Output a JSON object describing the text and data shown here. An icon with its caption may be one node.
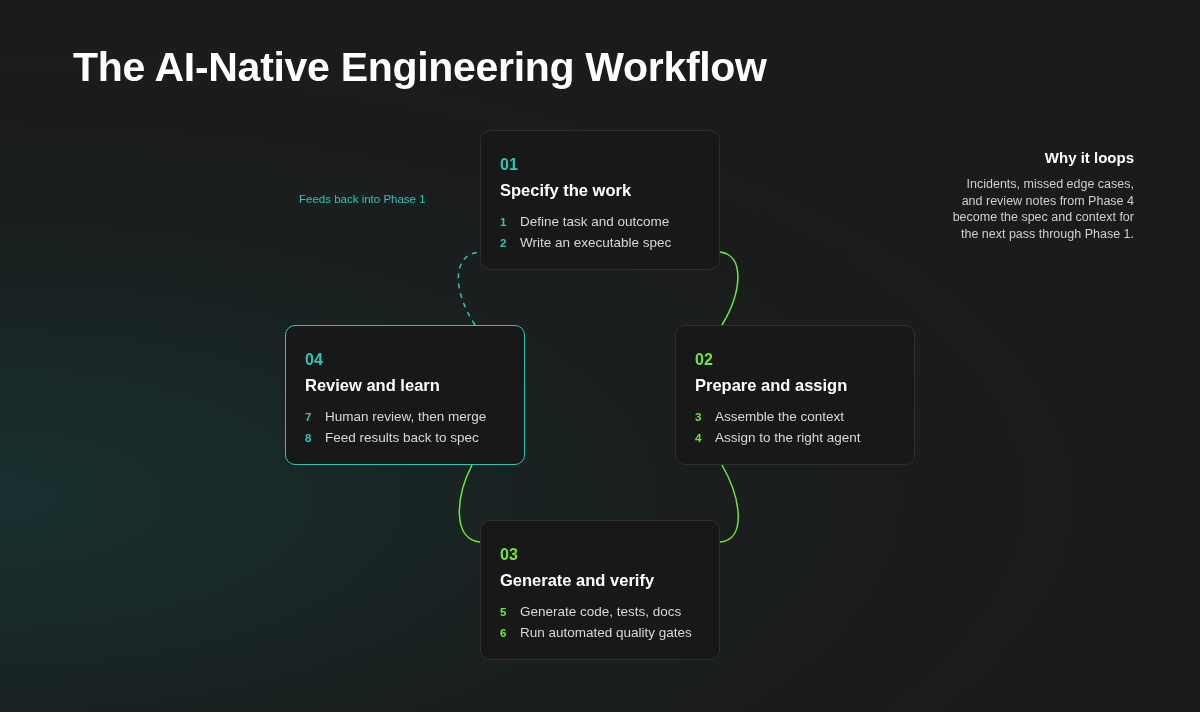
{
  "diagram": {
    "title": "The AI-Native Engineering Workflow",
    "nodes": [
      {
        "text": [
          "01",
          "Specify the work",
          "1",
          "Define task and outcome",
          "2",
          "Write an executable spec"
        ]
      },
      {
        "text": [
          "02",
          "Prepare and assign",
          "3",
          "Assemble the context",
          "4",
          "Assign to the right agent"
        ]
      },
      {
        "text": [
          "03",
          "Generate and verify",
          "5",
          "Generate code, tests, docs",
          "6",
          "Run automated quality gates"
        ]
      },
      {
        "text": [
          "04",
          "Review and learn",
          "7",
          "Human review, then merge",
          "8",
          "Feed results back to spec"
        ]
      }
    ],
    "edges": [
      {
        "from": 0,
        "to": 1,
        "arrow": "none"
      },
      {
        "from": 1,
        "to": 2,
        "arrow": "none"
      },
      {
        "from": 2,
        "to": 3,
        "arrow": "none"
      },
      {
        "from": 3,
        "to": 0,
        "arrow": "none",
        "style": "dashed",
        "color": "#2ec4b6"
      }
    ],
    "labels": [
      "Why it loops",
      "Incidents, missed edge cases, and review notes from Phase 4 become the spec and context for the next pass through Phase 1.",
      "Feeds back into Phase 1"
    ]
  }
}
